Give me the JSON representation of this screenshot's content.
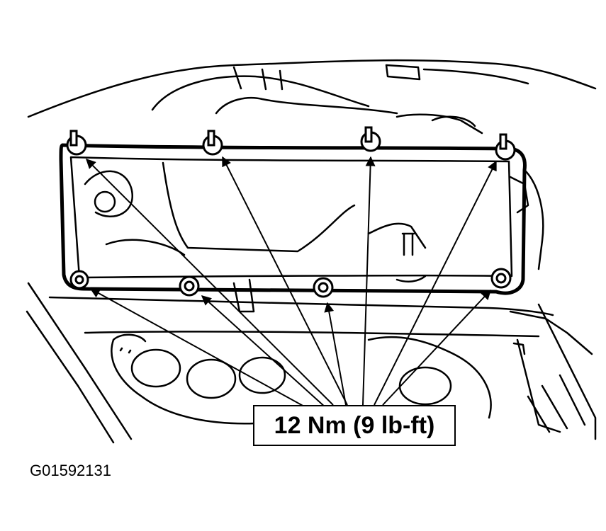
{
  "figure": {
    "callout_label": "12 Nm (9 lb-ft)",
    "figure_id": "G01592131"
  },
  "colors": {
    "line": "#000000",
    "background": "#ffffff"
  },
  "bolts": [
    {
      "name": "bolt-top-1"
    },
    {
      "name": "bolt-top-2"
    },
    {
      "name": "bolt-top-3"
    },
    {
      "name": "bolt-top-4"
    },
    {
      "name": "bolt-bottom-1"
    },
    {
      "name": "bolt-bottom-2"
    },
    {
      "name": "bolt-bottom-3"
    },
    {
      "name": "bolt-bottom-4"
    }
  ]
}
